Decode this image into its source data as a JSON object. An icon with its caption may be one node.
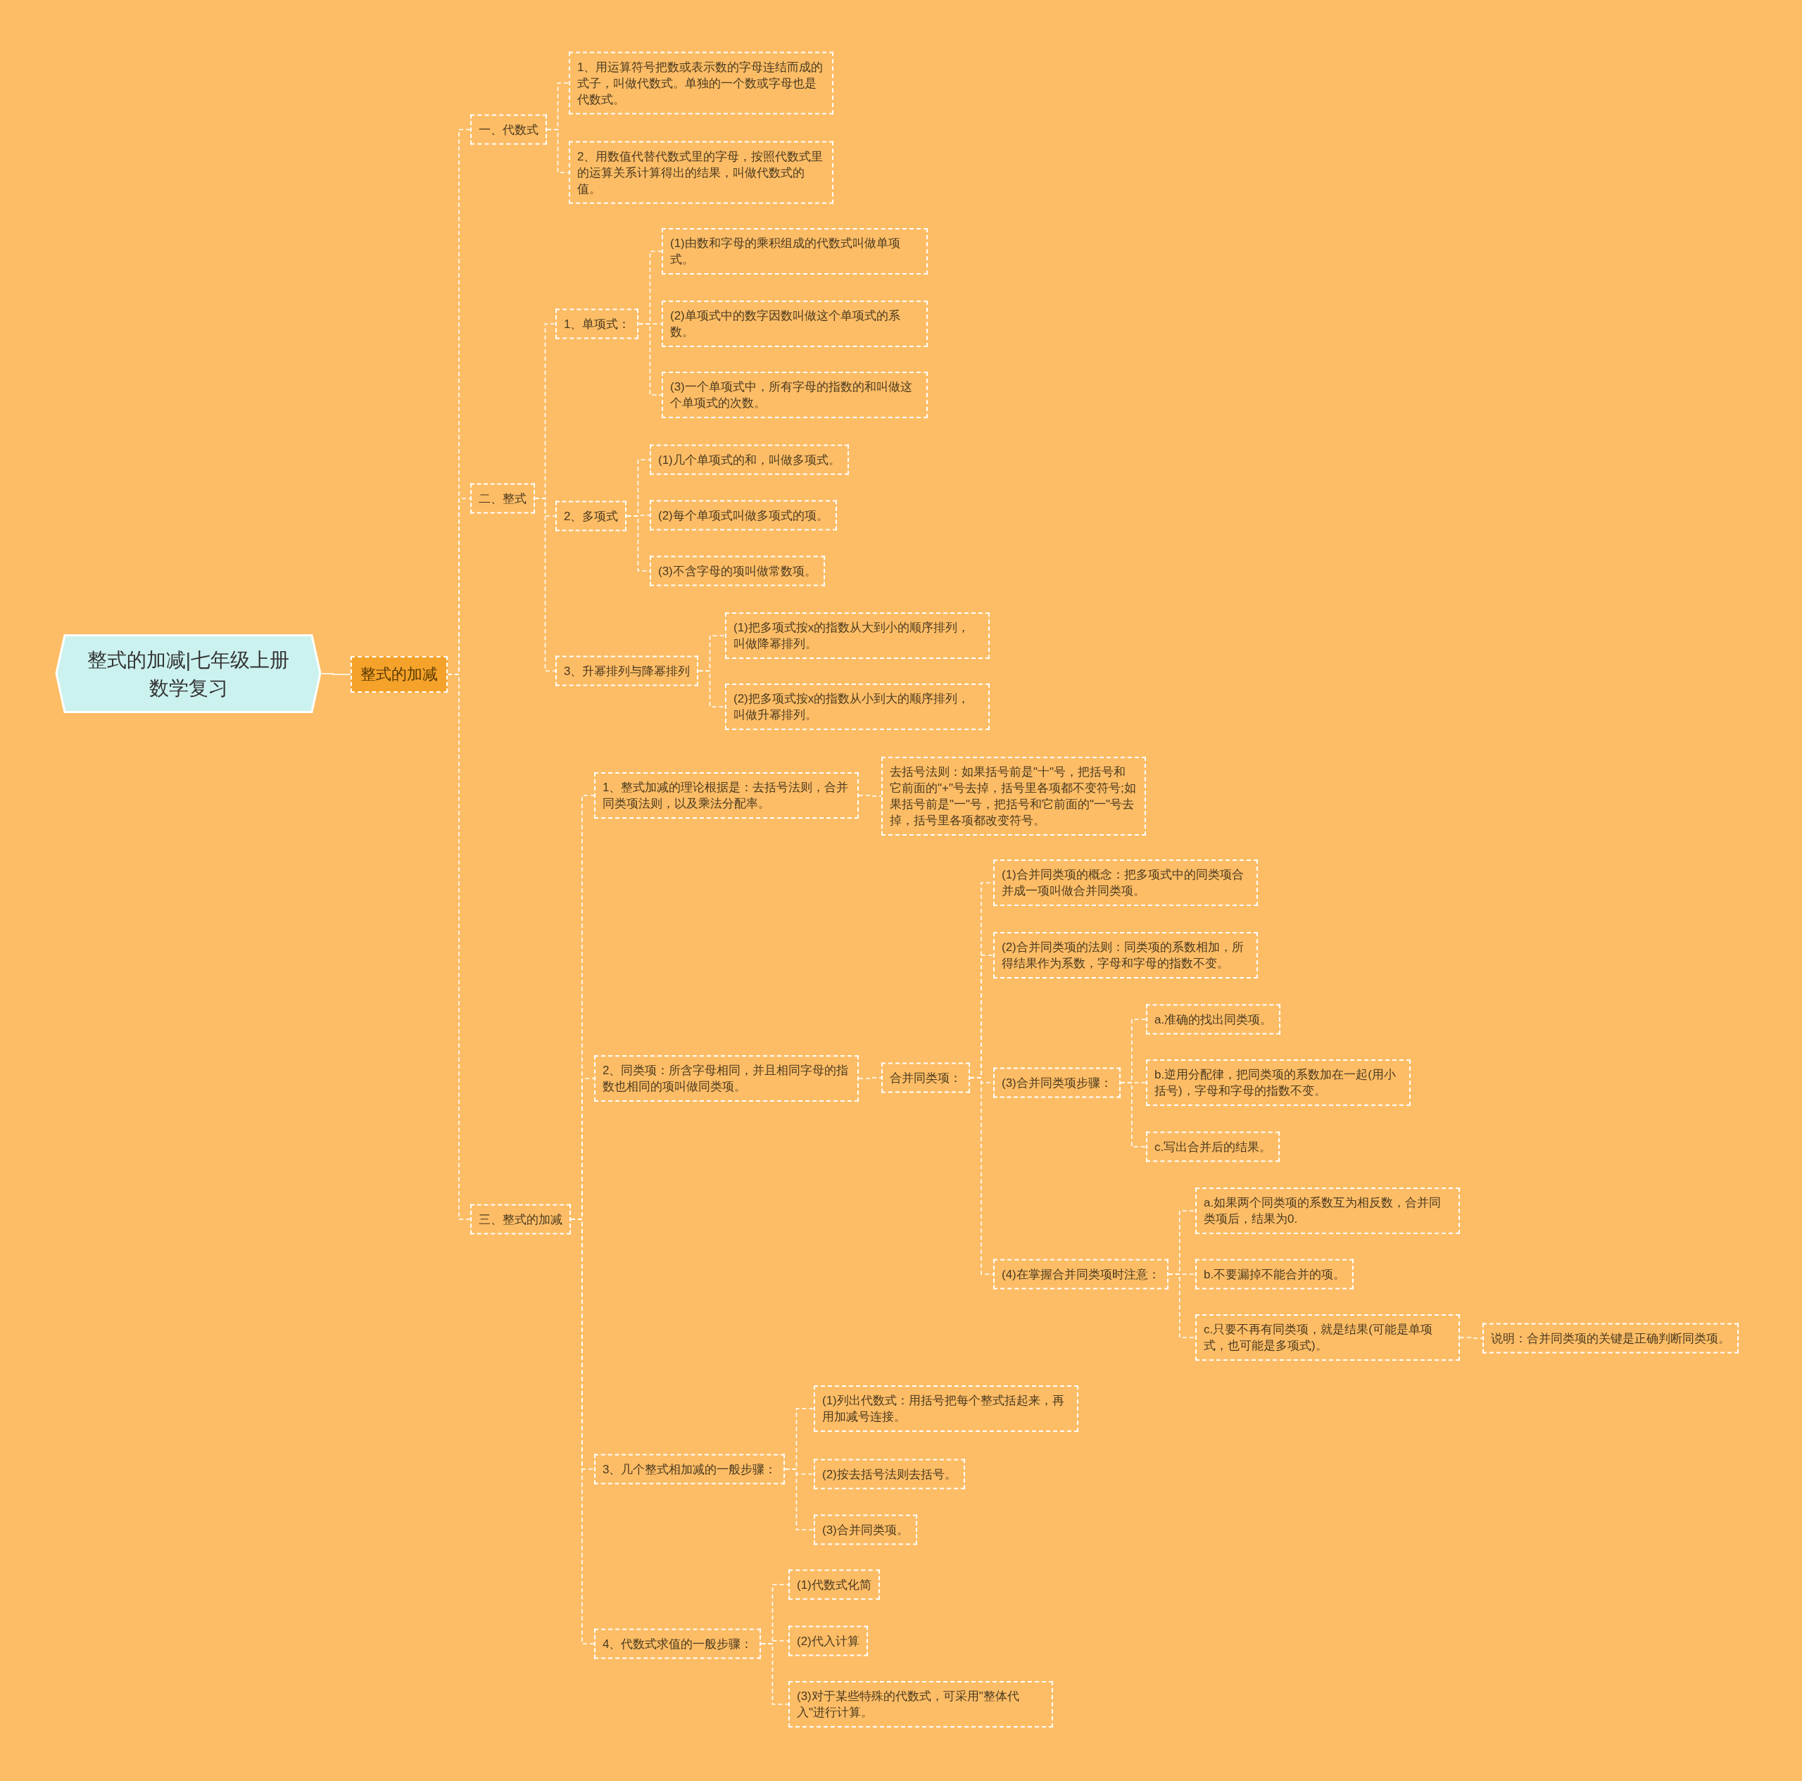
{
  "diagram": {
    "nodes": [
      {
        "text": [
          "整式的加减|七年级上册数学复习"
        ]
      },
      {
        "text": [
          "整式的加减"
        ]
      },
      {
        "text": [
          "一、代数式"
        ]
      },
      {
        "text": [
          "1、用运算符号把数或表示数的字母连结而成的式子，叫做代数式。单独的一个数或字母也是代数式。"
        ]
      },
      {
        "text": [
          "2、用数值代替代数式里的字母，按照代数式里的运算关系计算得出的结果，叫做代数式的值。"
        ]
      },
      {
        "text": [
          "二、整式"
        ]
      },
      {
        "text": [
          "1、单项式："
        ]
      },
      {
        "text": [
          "(1)由数和字母的乘积组成的代数式叫做单项式。"
        ]
      },
      {
        "text": [
          "(2)单项式中的数字因数叫做这个单项式的系数。"
        ]
      },
      {
        "text": [
          "(3)一个单项式中，所有字母的指数的和叫做这个单项式的次数。"
        ]
      },
      {
        "text": [
          "2、多项式"
        ]
      },
      {
        "text": [
          "(1)几个单项式的和，叫做多项式。"
        ]
      },
      {
        "text": [
          "(2)每个单项式叫做多项式的项。"
        ]
      },
      {
        "text": [
          "(3)不含字母的项叫做常数项。"
        ]
      },
      {
        "text": [
          "3、升幂排列与降幂排列"
        ]
      },
      {
        "text": [
          "(1)把多项式按x的指数从大到小的顺序排列，叫做降幂排列。"
        ]
      },
      {
        "text": [
          "(2)把多项式按x的指数从小到大的顺序排列，叫做升幂排列。"
        ]
      },
      {
        "text": [
          "三、整式的加减"
        ]
      },
      {
        "text": [
          "1、整式加减的理论根据是：去括号法则，合并同类项法则，以及乘法分配率。"
        ]
      },
      {
        "text": [
          "去括号法则：如果括号前是\"十\"号，把括号和它前面的\"+\"号去掉，括号里各项都不变符号;如果括号前是\"一\"号，把括号和它前面的\"一\"号去掉，括号里各项都改变符号。"
        ]
      },
      {
        "text": [
          "2、同类项：所含字母相同，并且相同字母的指数也相同的项叫做同类项。"
        ]
      },
      {
        "text": [
          "合并同类项："
        ]
      },
      {
        "text": [
          "(1)合并同类项的概念：把多项式中的同类项合并成一项叫做合并同类项。"
        ]
      },
      {
        "text": [
          "(2)合并同类项的法则：同类项的系数相加，所得结果作为系数，字母和字母的指数不变。"
        ]
      },
      {
        "text": [
          "(3)合并同类项步骤："
        ]
      },
      {
        "text": [
          "a.准确的找出同类项。"
        ]
      },
      {
        "text": [
          "b.逆用分配律，把同类项的系数加在一起(用小括号)，字母和字母的指数不变。"
        ]
      },
      {
        "text": [
          "c.写出合并后的结果。"
        ]
      },
      {
        "text": [
          "(4)在掌握合并同类项时注意："
        ]
      },
      {
        "text": [
          "a.如果两个同类项的系数互为相反数，合并同类项后，结果为0."
        ]
      },
      {
        "text": [
          "b.不要漏掉不能合并的项。"
        ]
      },
      {
        "text": [
          "c.只要不再有同类项，就是结果(可能是单项式，也可能是多项式)。"
        ]
      },
      {
        "text": [
          "说明：合并同类项的关键是正确判断同类项。"
        ]
      },
      {
        "text": [
          "3、几个整式相加减的一般步骤："
        ]
      },
      {
        "text": [
          "(1)列出代数式：用括号把每个整式括起来，再用加减号连接。"
        ]
      },
      {
        "text": [
          "(2)按去括号法则去括号。"
        ]
      },
      {
        "text": [
          "(3)合并同类项。"
        ]
      },
      {
        "text": [
          "4、代数式求值的一般步骤："
        ]
      },
      {
        "text": [
          "(1)代数式化简"
        ]
      },
      {
        "text": [
          "(2)代入计算"
        ]
      },
      {
        "text": [
          "(3)对于某些特殊的代数式，可采用\"整体代入\"进行计算。"
        ]
      }
    ],
    "edges": [
      {
        "from": 0,
        "to": 1,
        "arrow": "none"
      },
      {
        "from": 1,
        "to": 2,
        "arrow": "none",
        "style": "dashed"
      },
      {
        "from": 1,
        "to": 5,
        "arrow": "none",
        "style": "dashed"
      },
      {
        "from": 1,
        "to": 17,
        "arrow": "none",
        "style": "dashed"
      },
      {
        "from": 2,
        "to": 3,
        "arrow": "none",
        "style": "dashed"
      },
      {
        "from": 2,
        "to": 4,
        "arrow": "none",
        "style": "dashed"
      },
      {
        "from": 5,
        "to": 6,
        "arrow": "none",
        "style": "dashed"
      },
      {
        "from": 5,
        "to": 10,
        "arrow": "none",
        "style": "dashed"
      },
      {
        "from": 5,
        "to": 14,
        "arrow": "none",
        "style": "dashed"
      },
      {
        "from": 6,
        "to": 7,
        "arrow": "none",
        "style": "dashed"
      },
      {
        "from": 6,
        "to": 8,
        "arrow": "none",
        "style": "dashed"
      },
      {
        "from": 6,
        "to": 9,
        "arrow": "none",
        "style": "dashed"
      },
      {
        "from": 10,
        "to": 11,
        "arrow": "none",
        "style": "dashed"
      },
      {
        "from": 10,
        "to": 12,
        "arrow": "none",
        "style": "dashed"
      },
      {
        "from": 10,
        "to": 13,
        "arrow": "none",
        "style": "dashed"
      },
      {
        "from": 14,
        "to": 15,
        "arrow": "none",
        "style": "dashed"
      },
      {
        "from": 14,
        "to": 16,
        "arrow": "none",
        "style": "dashed"
      },
      {
        "from": 17,
        "to": 18,
        "arrow": "none",
        "style": "dashed"
      },
      {
        "from": 17,
        "to": 20,
        "arrow": "none",
        "style": "dashed"
      },
      {
        "from": 17,
        "to": 33,
        "arrow": "none",
        "style": "dashed"
      },
      {
        "from": 17,
        "to": 37,
        "arrow": "none",
        "style": "dashed"
      },
      {
        "from": 18,
        "to": 19,
        "arrow": "none",
        "style": "dashed"
      },
      {
        "from": 20,
        "to": 21,
        "arrow": "none",
        "style": "dashed"
      },
      {
        "from": 21,
        "to": 22,
        "arrow": "none",
        "style": "dashed"
      },
      {
        "from": 21,
        "to": 23,
        "arrow": "none",
        "style": "dashed"
      },
      {
        "from": 21,
        "to": 24,
        "arrow": "none",
        "style": "dashed"
      },
      {
        "from": 21,
        "to": 28,
        "arrow": "none",
        "style": "dashed"
      },
      {
        "from": 24,
        "to": 25,
        "arrow": "none",
        "style": "dashed"
      },
      {
        "from": 24,
        "to": 26,
        "arrow": "none",
        "style": "dashed"
      },
      {
        "from": 24,
        "to": 27,
        "arrow": "none",
        "style": "dashed"
      },
      {
        "from": 28,
        "to": 29,
        "arrow": "none",
        "style": "dashed"
      },
      {
        "from": 28,
        "to": 30,
        "arrow": "none",
        "style": "dashed"
      },
      {
        "from": 28,
        "to": 31,
        "arrow": "none",
        "style": "dashed"
      },
      {
        "from": 31,
        "to": 32,
        "arrow": "none",
        "style": "dashed"
      },
      {
        "from": 33,
        "to": 34,
        "arrow": "none",
        "style": "dashed"
      },
      {
        "from": 33,
        "to": 35,
        "arrow": "none",
        "style": "dashed"
      },
      {
        "from": 33,
        "to": 36,
        "arrow": "none",
        "style": "dashed"
      },
      {
        "from": 37,
        "to": 38,
        "arrow": "none",
        "style": "dashed"
      },
      {
        "from": 37,
        "to": 39,
        "arrow": "none",
        "style": "dashed"
      },
      {
        "from": 37,
        "to": 40,
        "arrow": "none",
        "style": "dashed"
      }
    ]
  }
}
